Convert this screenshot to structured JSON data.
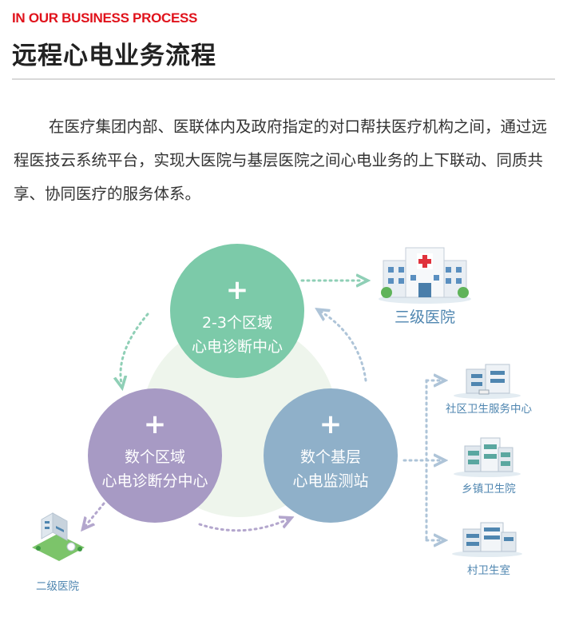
{
  "header": {
    "eyebrow": "IN OUR BUSINESS PROCESS",
    "title": "远程心电业务流程"
  },
  "intro": {
    "text": "在医疗集团内部、医联体内及政府指定的对口帮扶医疗机构之间，通过远程医技云系统平台，实现大医院与基层医院之间心电业务的上下联动、同质共享、协同医疗的服务体系。"
  },
  "diagram": {
    "nodes": [
      {
        "id": "regional-center",
        "plus": "+",
        "line1": "2-3个区域",
        "line2": "心电诊断中心",
        "color": "#7ccaa9"
      },
      {
        "id": "sub-center",
        "plus": "+",
        "line1": "数个区域",
        "line2": "心电诊断分中心",
        "color": "#a79ac4"
      },
      {
        "id": "station",
        "plus": "+",
        "line1": "数个基层",
        "line2": "心电监测站",
        "color": "#8fb0c9"
      }
    ],
    "sites": {
      "tertiary": "三级医院",
      "secondary": "二级医院",
      "community": "社区卫生服务中心",
      "township": "乡镇卫生院",
      "village": "村卫生室"
    },
    "colors": {
      "halo": "#eef5ec",
      "arrow_green": "#8fcfb6",
      "arrow_blue": "#aec4d8",
      "arrow_purple": "#b3a6cd",
      "label_blue": "#4f86b0"
    }
  }
}
